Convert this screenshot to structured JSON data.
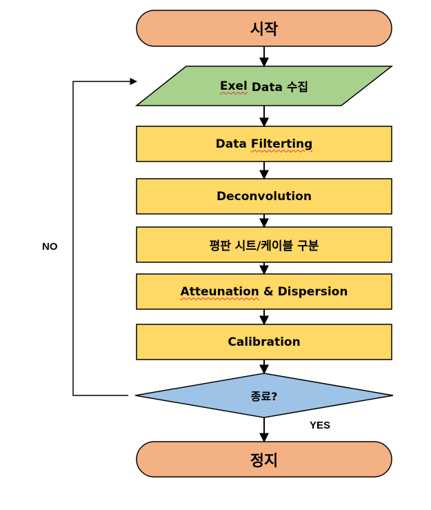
{
  "flowchart": {
    "start": "시작",
    "collect": {
      "word": "Exel",
      "rest": " Data 수집"
    },
    "filter": {
      "word1": "Data",
      "word2": "Filterting"
    },
    "deconvolution": "Deconvolution",
    "classify": "평판 시트/케이블 구분",
    "attenuation": {
      "word": "Atteunation",
      "rest": " & Dispersion"
    },
    "calibration": "Calibration",
    "decision": "종료?",
    "end": "정지",
    "no_label": "NO",
    "yes_label": "YES"
  },
  "colors": {
    "terminal_fill": "#f4b183",
    "io_fill": "#a9d18e",
    "process_fill": "#ffd966",
    "decision_fill": "#9dc3e6",
    "stroke": "#000000"
  }
}
